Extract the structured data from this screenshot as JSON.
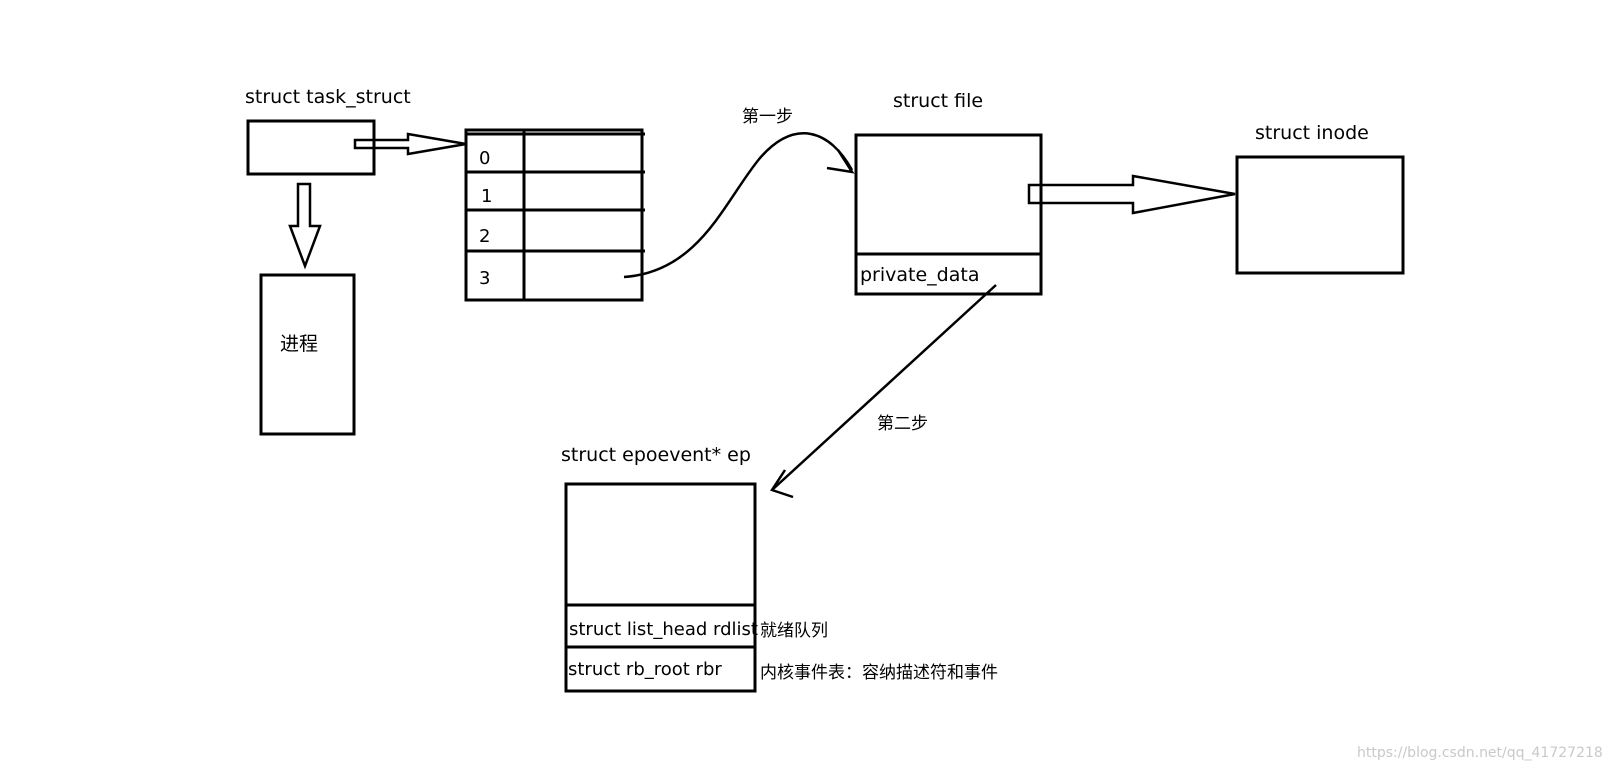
{
  "labels": {
    "task_struct": "struct task_struct",
    "process": "进程",
    "file": "struct file",
    "inode": "struct inode",
    "private_data": "private_data",
    "step1": "第一步",
    "step2": "第二步",
    "epoevent": "struct epoevent* ep",
    "rdlist": "struct list_head rdlist",
    "rbr": "struct rb_root rbr",
    "rdlist_note": "就绪队列",
    "rbr_note": "内核事件表：容纳描述符和事件"
  },
  "fd_table": {
    "rows": [
      "0",
      "1",
      "2",
      "3"
    ]
  },
  "watermark": "https://blog.csdn.net/qq_41727218"
}
